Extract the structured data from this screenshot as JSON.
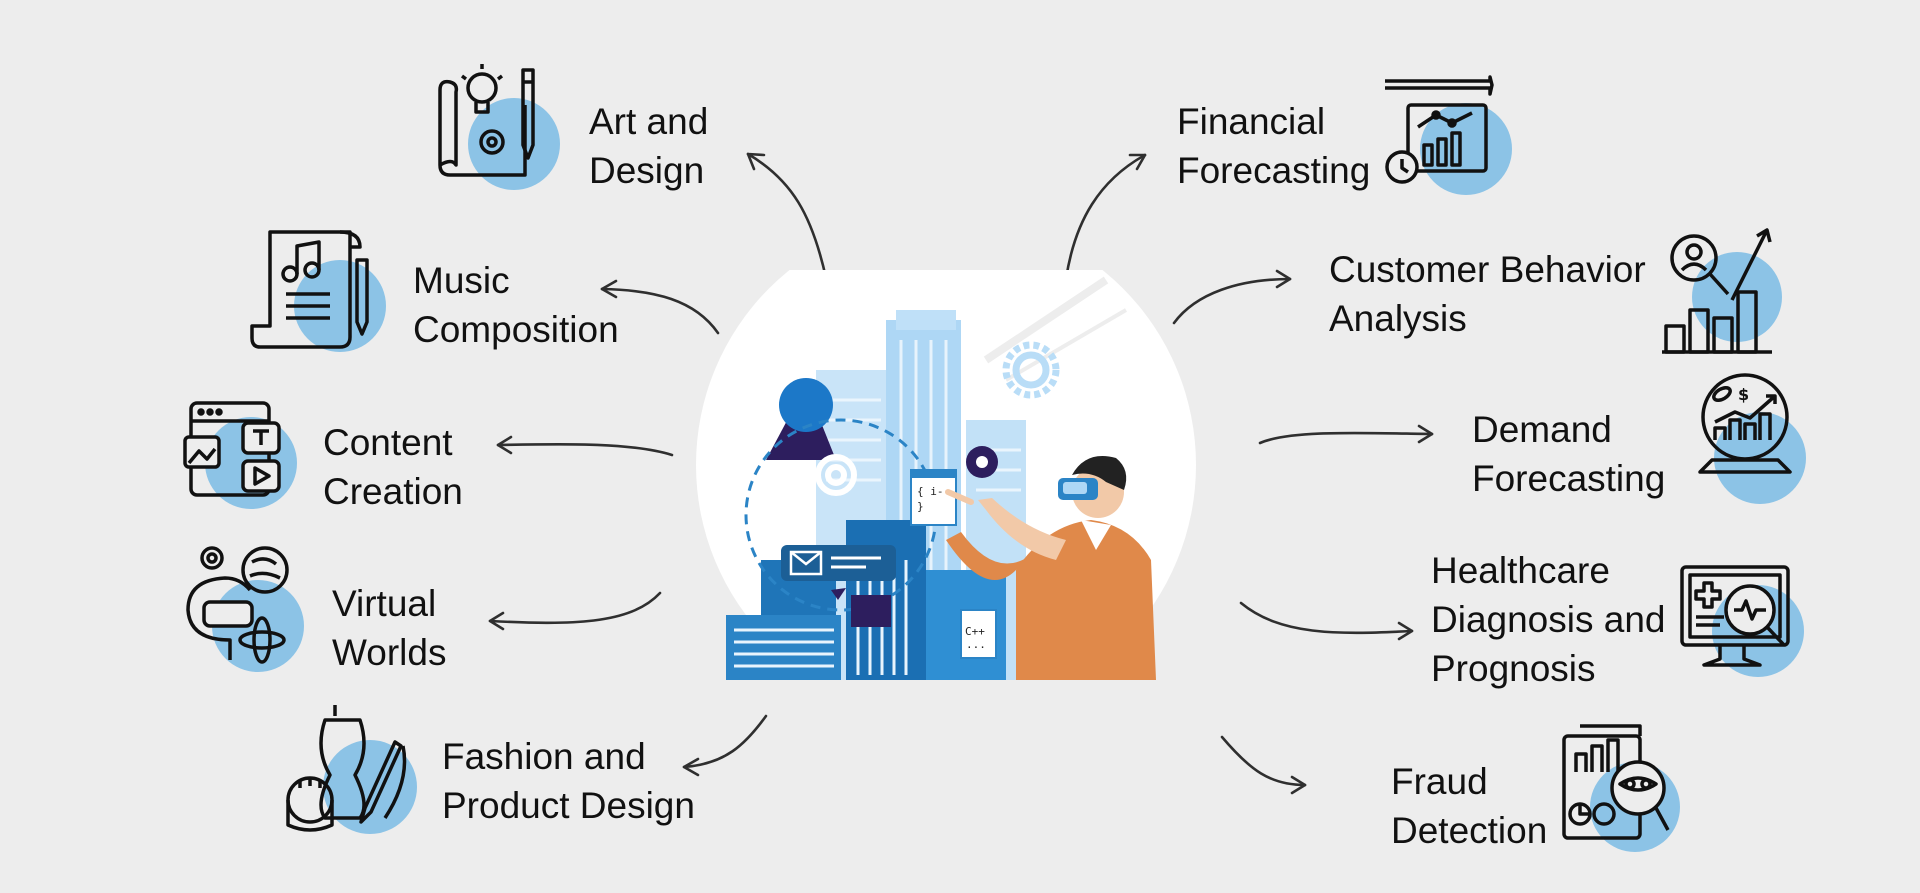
{
  "left_items": [
    {
      "lines": [
        "Art and",
        "Design"
      ],
      "icon": "art-design-icon"
    },
    {
      "lines": [
        "Music",
        "Composition"
      ],
      "icon": "music-sheet-icon"
    },
    {
      "lines": [
        "Content",
        "Creation"
      ],
      "icon": "content-creation-icon"
    },
    {
      "lines": [
        "Virtual",
        "Worlds"
      ],
      "icon": "virtual-worlds-icon"
    },
    {
      "lines": [
        "Fashion and",
        "Product Design"
      ],
      "icon": "fashion-design-icon"
    }
  ],
  "right_items": [
    {
      "lines": [
        "Financial",
        "Forecasting"
      ],
      "icon": "financial-chart-icon"
    },
    {
      "lines": [
        "Customer Behavior",
        "Analysis"
      ],
      "icon": "customer-analysis-icon"
    },
    {
      "lines": [
        "Demand",
        "Forecasting"
      ],
      "icon": "crystal-ball-icon"
    },
    {
      "lines": [
        "Healthcare",
        "Diagnosis and",
        "Prognosis"
      ],
      "icon": "medical-monitor-icon"
    },
    {
      "lines": [
        "Fraud",
        "Detection"
      ],
      "icon": "fraud-detection-icon"
    }
  ],
  "center": {
    "icon": "vr-city-illustration",
    "code_snippet": "{ i--\n}",
    "code_label": "C++"
  },
  "colors": {
    "background": "#ededed",
    "accent_blue": "#8cc3e6",
    "icon_stroke": "#111111",
    "arrow": "#2f2f2f",
    "person_orange": "#e0894a",
    "city_blue": "#2b84c6"
  }
}
